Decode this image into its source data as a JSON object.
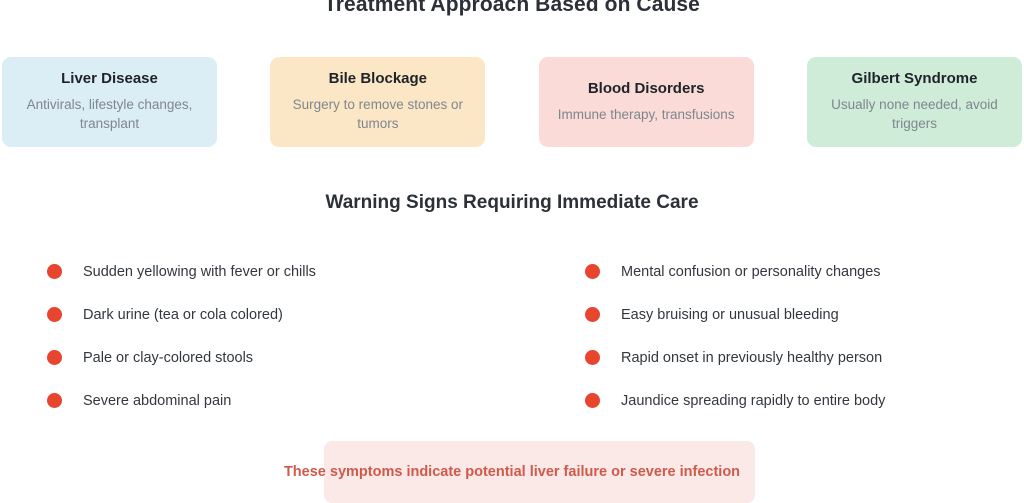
{
  "title": "Treatment Approach Based on Cause",
  "treatment_cards": [
    {
      "name": "Liver Disease",
      "description": "Antivirals, lifestyle changes, transplant",
      "bg_color": "#dceef5"
    },
    {
      "name": "Bile Blockage",
      "description": "Surgery to remove stones or tumors",
      "bg_color": "#fbe7c6"
    },
    {
      "name": "Blood Disorders",
      "description": "Immune therapy, transfusions",
      "bg_color": "#fadbd8"
    },
    {
      "name": "Gilbert Syndrome",
      "description": "Usually none needed, avoid triggers",
      "bg_color": "#cfecd9"
    }
  ],
  "warning_section": {
    "heading": "Warning Signs Requiring Immediate Care",
    "bullet_color": "#e8452f",
    "left_column": [
      "Sudden yellowing with fever or chills",
      "Dark urine (tea or cola colored)",
      "Pale or clay-colored stools",
      "Severe abdominal pain"
    ],
    "right_column": [
      "Mental confusion or personality changes",
      "Easy bruising or unusual bleeding",
      "Rapid onset in previously healthy person",
      "Jaundice spreading rapidly to entire body"
    ]
  },
  "footer": {
    "text": "These symptoms indicate potential liver failure or severe infection",
    "text_color": "#cf5a4c",
    "banner_color": "#fbe9e7"
  }
}
